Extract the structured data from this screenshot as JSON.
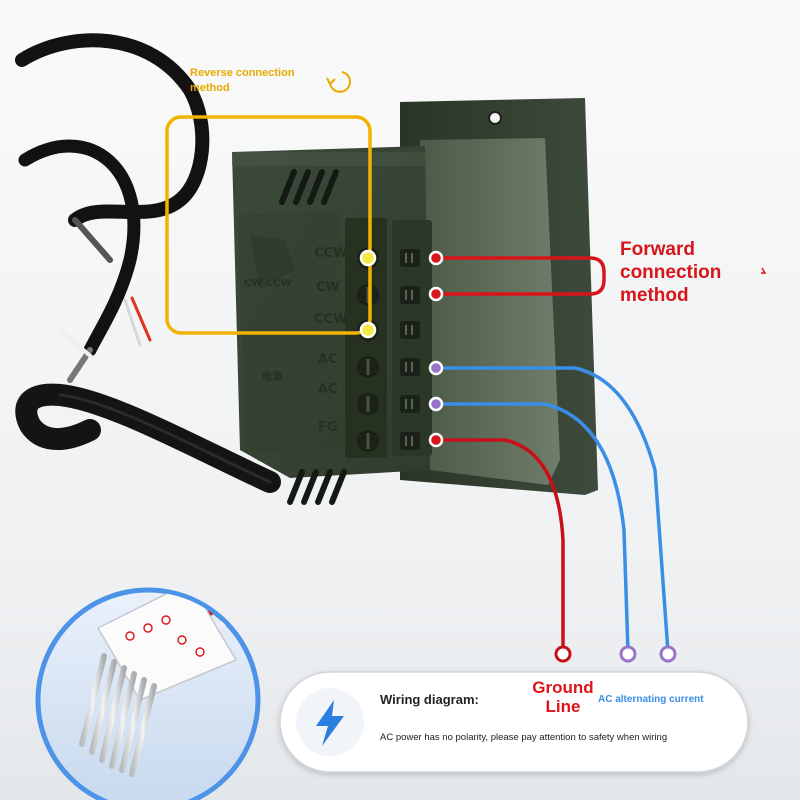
{
  "labels": {
    "reverse_connection": "Reverse connection method",
    "forward_connection": "Forward connection method",
    "ground_line": "Ground Line",
    "ac_current": "AC alternating current"
  },
  "info_panel": {
    "title": "Wiring diagram:",
    "note": "AC power has no polarity, please pay attention to safety when wiring",
    "icon": "lightning-bolt-icon"
  },
  "terminal_labels": [
    "CCW",
    "CW",
    "CCW",
    "AC",
    "AC",
    "FG"
  ],
  "panel_text": {
    "direction": "CW CCW",
    "power": "电源"
  },
  "colors": {
    "reverse": "#f2b300",
    "forward": "#d8151b",
    "ac": "#3a8ee6",
    "ground": "#c8101b",
    "housing": "#3c4a3a"
  }
}
